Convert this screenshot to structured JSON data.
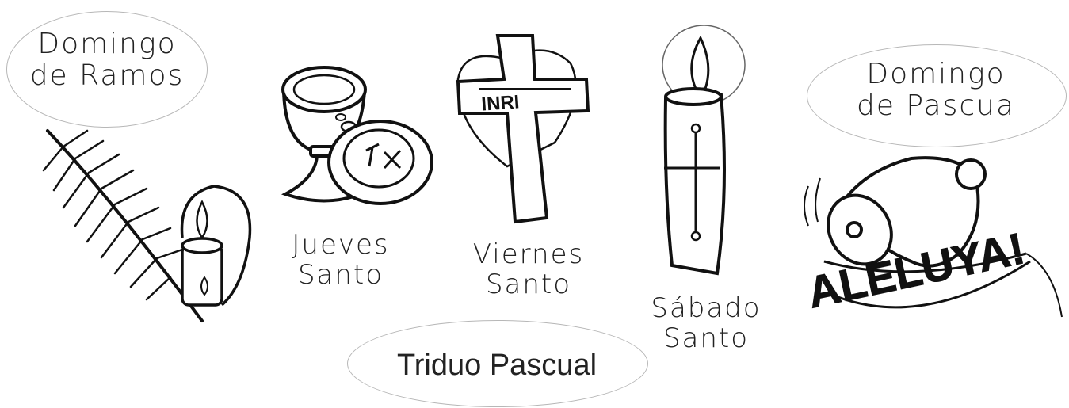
{
  "labels": {
    "palm_sunday": {
      "line1": "Domingo",
      "line2": "de Ramos"
    },
    "holy_thursday": {
      "line1": "Jueves",
      "line2": "Santo"
    },
    "good_friday": {
      "line1": "Viernes",
      "line2": "Santo"
    },
    "holy_saturday": {
      "line1": "Sábado",
      "line2": "Santo"
    },
    "easter_sunday": {
      "line1": "Domingo",
      "line2": "de Pascua"
    },
    "triduum": "Triduo Pascual",
    "cross_inscription": "INRI",
    "bell_banner": "ALELUYA!"
  },
  "colors": {
    "ink": "#111111",
    "bubble_border": "#b7b7b7",
    "background": "#ffffff"
  }
}
